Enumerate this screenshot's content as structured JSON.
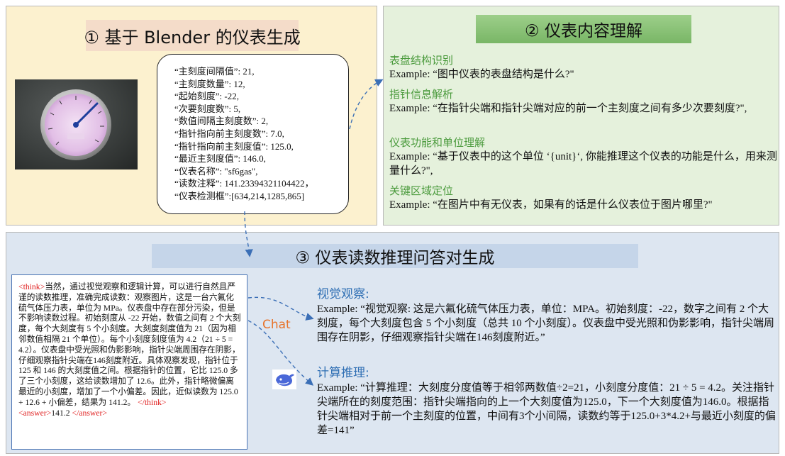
{
  "panel1": {
    "title": "① 基于 Blender 的仪表生成",
    "params": [
      "“主刻度间隔值”: 21,",
      "“主刻度数量”: 12,",
      "“起始刻度”: -22,",
      "“次要刻度数”: 5,",
      "“数值间隔主刻度数”: 2,",
      "“指针指向前主刻度数”: 7.0,",
      "“指针指向前主刻度值”: 125.0,",
      "“最近主刻度值”: 146.0,",
      "“仪表名称”: \"sf6gas\",",
      "“读数注释”: 141.23394321104422，",
      "“仪表检测框”:[634,214,1285,865]"
    ]
  },
  "panel2": {
    "title": "② 仪表内容理解",
    "tasks": [
      {
        "heading": "表盘结构识别",
        "example": "Example: “图中仪表的表盘结构是什么?\""
      },
      {
        "heading": "指针信息解析",
        "example": "Example: “在指针尖端和指针尖端对应的前一个主刻度之间有多少次要刻度?\","
      },
      {
        "heading": "仪表功能和单位理解",
        "example": "Example: “基于仪表中的这个单位 ‘{unit}‘, 你能推理这个仪表的功能是什么，用来测量什么?\","
      },
      {
        "heading": "关键区域定位",
        "example": "Example: “在图片中有无仪表，如果有的话是什么仪表位于图片哪里?\""
      }
    ]
  },
  "panel3": {
    "title": "③ 仪表读数推理问答对生成",
    "think_open": "<think>",
    "think_text": "当然，通过视觉观察和逻辑计算，可以进行自然且严谨的读数推理，准确完成读数：观察图片，这是一台六氟化硫气体压力表，单位为 MPa。仪表盘中存在部分污染，但是不影响读数过程。初始刻度从 -22 开始，数值之间有 2 个大刻度，每个大刻度有 5 个小刻度。大刻度刻度值为 21（因为相邻数值相隔 21 个单位）。每个小刻度刻度值为 4.2（21 ÷ 5 = 4.2）。仪表盘中受光照和伪影影响，指针尖端周围存在阴影，仔细观察指针尖端在146刻度附近。具体观察发现，指针位于 125 和 146 的大刻度值之间。根据指针的位置，它比 125.0 多了三个小刻度，这给读数增加了 12.6。此外，指针略微偏离最近的小刻度，增加了一个小偏差。因此，近似读数为 125.0 + 12.6 + 小偏差，结果为 141.2。",
    "think_close": "</think>",
    "answer_open": "<answer>",
    "answer_value": "141.2 ",
    "answer_close": "</answer>",
    "chat_label": "Chat",
    "steps": [
      {
        "heading": "视觉观察:",
        "example": "Example: “视觉观察: 这是六氟化硫气体压力表，单位：MPA。初始刻度：-22，数字之间有 2 个大刻度，每个大刻度包含 5 个小刻度（总共 10 个小刻度）。仪表盘中受光照和伪影影响，指针尖端周围存在阴影，仔细观察指针尖端在146刻度附近。”"
      },
      {
        "heading": "计算推理:",
        "example": "Example: “计算推理：大刻度分度值等于相邻两数值÷2=21，小刻度分度值：21 ÷ 5 = 4.2。关注指针尖端所在的刻度范围：指针尖端指向的上一个大刻度值为125.0，下一个大刻度值为146.0。根据指针尖端相对于前一个主刻度的位置，中间有3个小间隔，读数约等于125.0+3*4.2+与最近小刻度的偏差=141”"
      }
    ]
  },
  "colors": {
    "panel1_bg": "#fcf1cf",
    "panel2_bg": "#e5f1dc",
    "panel3_bg": "#dde6f1",
    "task_heading": "#4a9a3c",
    "step_heading": "#2f6fb4",
    "tag_red": "#e02020",
    "chat_orange": "#e7732b",
    "arrow_blue": "#3b6fb6"
  },
  "icons": {
    "gauge": "pressure-gauge-photo",
    "logo": "whale-logo-icon"
  }
}
